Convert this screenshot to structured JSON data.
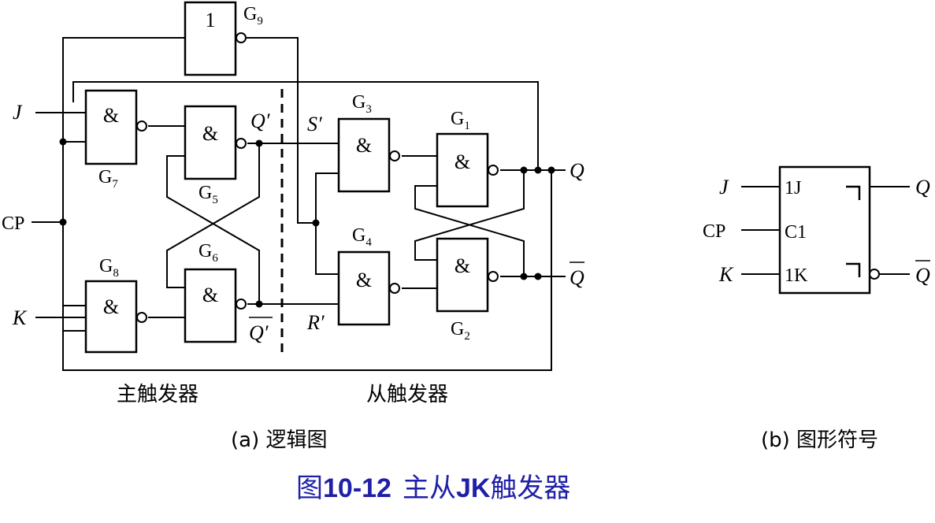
{
  "logic_diagram": {
    "gates": {
      "g1": {
        "symbol": "&",
        "name": "G",
        "index": "1"
      },
      "g2": {
        "symbol": "&",
        "name": "G",
        "index": "2"
      },
      "g3": {
        "symbol": "&",
        "name": "G",
        "index": "3"
      },
      "g4": {
        "symbol": "&",
        "name": "G",
        "index": "4"
      },
      "g5": {
        "symbol": "&",
        "name": "G",
        "index": "5"
      },
      "g6": {
        "symbol": "&",
        "name": "G",
        "index": "6"
      },
      "g7": {
        "symbol": "&",
        "name": "G",
        "index": "7"
      },
      "g8": {
        "symbol": "&",
        "name": "G",
        "index": "8"
      },
      "g9": {
        "symbol": "1",
        "name": "G",
        "index": "9"
      }
    },
    "signals": {
      "j": "J",
      "k": "K",
      "cp": "CP",
      "q": "Q",
      "q_bar": "Q",
      "q_prime": "Q′",
      "q_prime_bar": "Q′",
      "s_prime": "S′",
      "r_prime": "R′"
    },
    "section_labels": {
      "master": "主触发器",
      "slave": "从触发器"
    },
    "caption": "(a) 逻辑图"
  },
  "graphic_symbol": {
    "pins": {
      "j_inner": "1J",
      "c_inner": "C1",
      "k_inner": "1K"
    },
    "signals": {
      "j": "J",
      "cp": "CP",
      "k": "K",
      "q": "Q",
      "q_bar": "Q"
    },
    "caption": "(b) 图形符号"
  },
  "figure_title": {
    "prefix": "图",
    "number": "10-12",
    "text": "主从",
    "bold_mid": "JK",
    "suffix": "触发器",
    "color": "#1f1fa8"
  }
}
